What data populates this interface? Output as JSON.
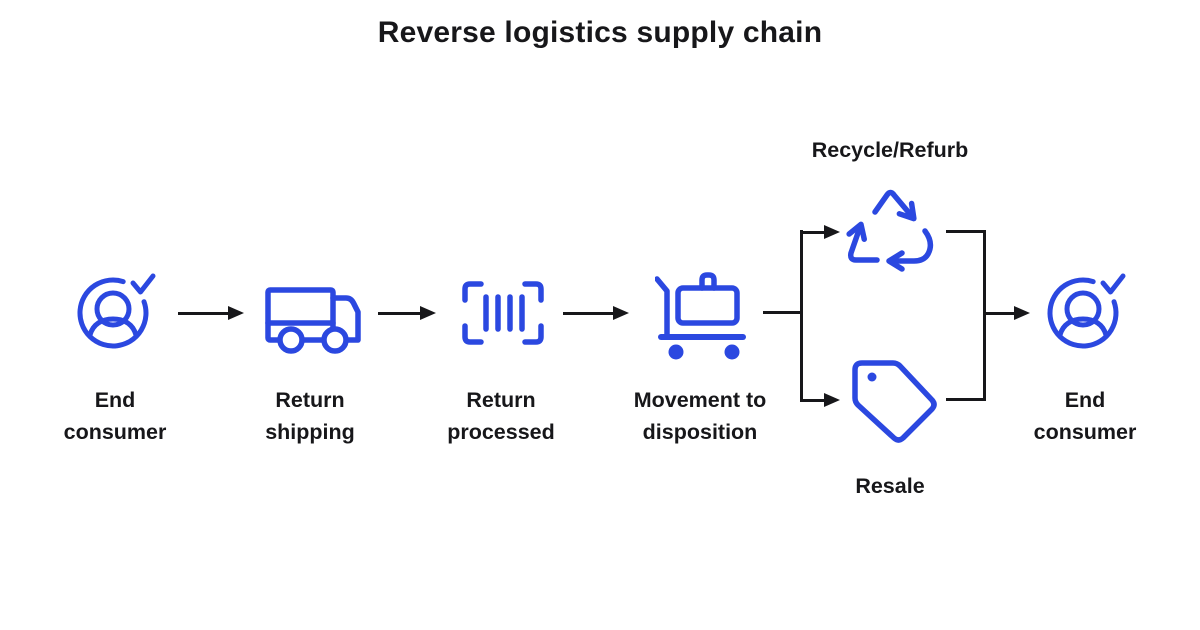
{
  "title": "Reverse logistics supply chain",
  "colors": {
    "icon_blue": "#2b48e0",
    "connector_black": "#17171a",
    "text": "#17171a",
    "background": "#ffffff"
  },
  "nodes": {
    "end_consumer_start": {
      "label": "End\nconsumer",
      "icon": "user-check"
    },
    "return_shipping": {
      "label": "Return\nshipping",
      "icon": "delivery-truck"
    },
    "return_processed": {
      "label": "Return\nprocessed",
      "icon": "barcode-scan"
    },
    "movement_to_disposition": {
      "label": "Movement to\ndisposition",
      "icon": "luggage-cart"
    },
    "recycle_refurb": {
      "label": "Recycle/Refurb",
      "icon": "recycle"
    },
    "resale": {
      "label": "Resale",
      "icon": "price-tag"
    },
    "end_consumer_end": {
      "label": "End\nconsumer",
      "icon": "user-check"
    }
  }
}
